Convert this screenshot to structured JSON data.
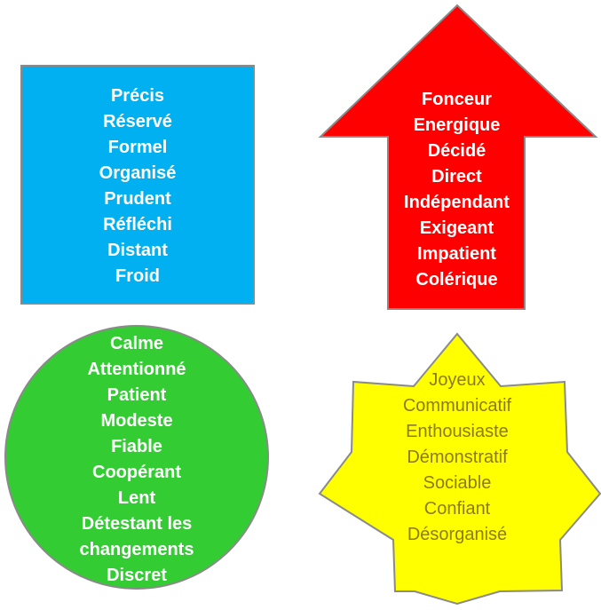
{
  "shapes": {
    "square": {
      "fill": "#00b0f0",
      "words": [
        "Précis",
        "Réservé",
        "Formel",
        "Organisé",
        "Prudent",
        "Réfléchi",
        "Distant",
        "Froid"
      ]
    },
    "arrow": {
      "fill": "#ff0000",
      "words": [
        "Fonceur",
        "Energique",
        "Décidé",
        "Direct",
        "Indépendant",
        "Exigeant",
        "Impatient",
        "Colérique"
      ]
    },
    "circle": {
      "fill": "#33cc33",
      "words": [
        "Calme",
        "Attentionné",
        "Patient",
        "Modeste",
        "Fiable",
        "Coopérant",
        "Lent",
        "Détestant les",
        "changements",
        "Discret"
      ]
    },
    "star": {
      "fill": "#ffff00",
      "text_color": "#8c7a14",
      "words": [
        "Joyeux",
        "Communicatif",
        "Enthousiaste",
        "Démonstratif",
        "Sociable",
        "Confiant",
        "Désorganisé"
      ]
    }
  }
}
